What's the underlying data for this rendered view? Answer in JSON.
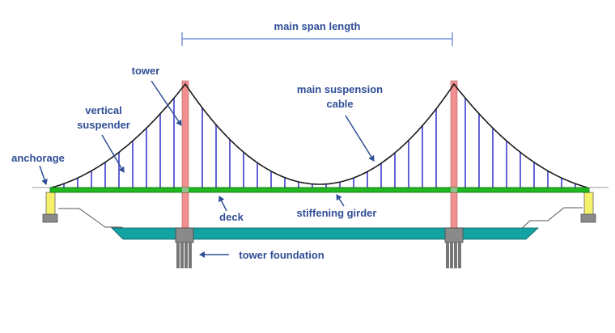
{
  "title": "Suspension bridge components",
  "labels": {
    "main_span_length": "main span length",
    "tower": "tower",
    "vertical_suspender_line1": "vertical",
    "vertical_suspender_line2": "suspender",
    "anchorage": "anchorage",
    "main_suspension_cable_line1": "main suspension",
    "main_suspension_cable_line2": "cable",
    "deck": "deck",
    "stiffening_girder": "stiffening girder",
    "tower_foundation": "tower foundation"
  },
  "colors": {
    "label": "#2f4e96",
    "dimension_line": "#5b7fd0",
    "cable": "#1a1a1a",
    "suspender": "#6464d8",
    "tower": "#f29090",
    "deck": "#1fb81f",
    "deck_edge": "#0a6a0a",
    "water": "#14a3a3",
    "anchorage": "#f5f06a",
    "foundation": "#8a8a8a",
    "ground": "#555555"
  },
  "components": [
    "tower",
    "vertical suspender",
    "anchorage",
    "main suspension cable",
    "deck",
    "stiffening girder",
    "tower foundation"
  ]
}
